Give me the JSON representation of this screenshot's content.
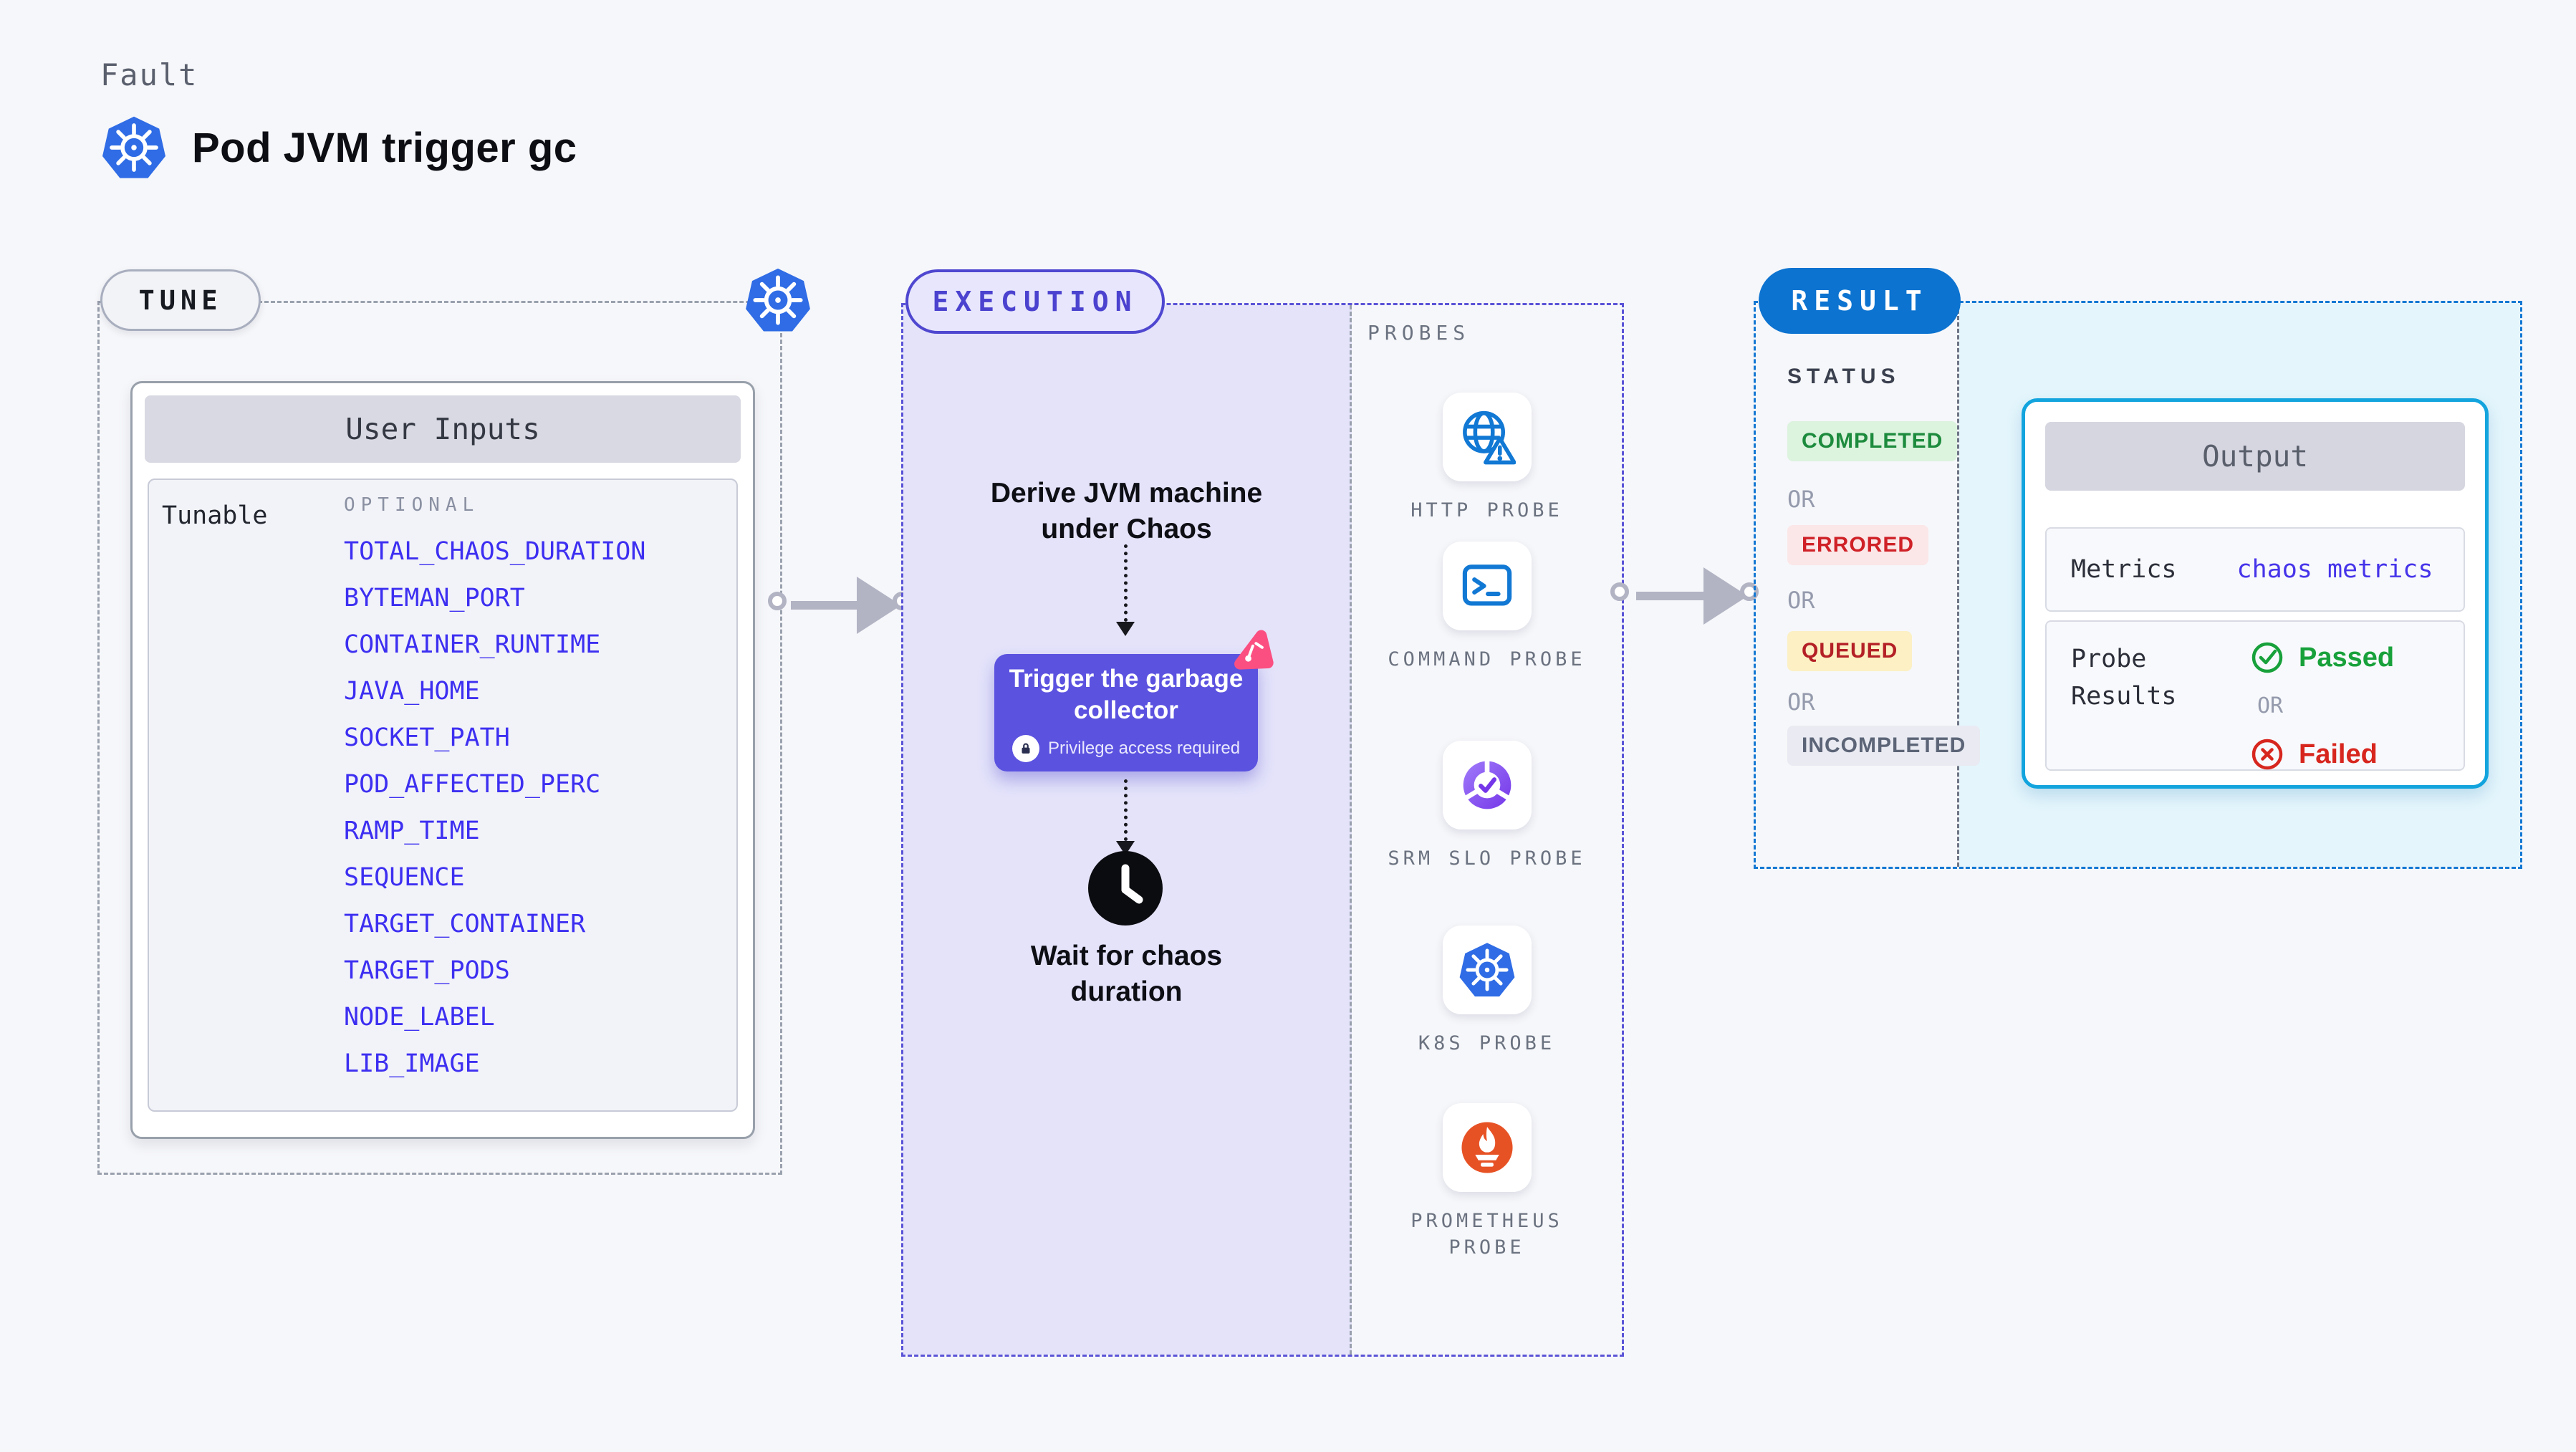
{
  "header": {
    "kicker": "Fault",
    "title": "Pod JVM trigger gc"
  },
  "tune": {
    "badge": "TUNE",
    "panel_title": "User Inputs",
    "group_label": "Tunable",
    "optional_label": "OPTIONAL",
    "params": [
      "TOTAL_CHAOS_DURATION",
      "BYTEMAN_PORT",
      "CONTAINER_RUNTIME",
      "JAVA_HOME",
      "SOCKET_PATH",
      "POD_AFFECTED_PERC",
      "RAMP_TIME",
      "SEQUENCE",
      "TARGET_CONTAINER",
      "TARGET_PODS",
      "NODE_LABEL",
      "LIB_IMAGE"
    ]
  },
  "execution": {
    "badge": "EXECUTION",
    "derive_line1": "Derive JVM machine",
    "derive_line2": "under Chaos",
    "action_line1": "Trigger the garbage",
    "action_line2": "collector",
    "privilege_note": "Privilege access required",
    "wait_line1": "Wait for chaos",
    "wait_line2": "duration"
  },
  "probes": {
    "label": "PROBES",
    "items": [
      {
        "name": "HTTP PROBE",
        "icon": "globe-warning-icon"
      },
      {
        "name": "COMMAND PROBE",
        "icon": "terminal-icon"
      },
      {
        "name": "SRM SLO PROBE",
        "icon": "slo-donut-check-icon"
      },
      {
        "name": "K8S PROBE",
        "icon": "kubernetes-icon"
      },
      {
        "name": "PROMETHEUS PROBE",
        "icon": "prometheus-flame-icon"
      }
    ]
  },
  "result": {
    "badge": "RESULT",
    "status_label": "STATUS",
    "or_label": "OR",
    "statuses": [
      {
        "label": "COMPLETED",
        "text_color": "#1d8b3d",
        "bg_color": "#dcf3de"
      },
      {
        "label": "ERRORED",
        "text_color": "#cf2127",
        "bg_color": "#fbe7e8"
      },
      {
        "label": "QUEUED",
        "text_color": "#b42026",
        "bg_color": "#fcf0c4"
      },
      {
        "label": "INCOMPLETED",
        "text_color": "#5c6577",
        "bg_color": "#e9eaf2"
      }
    ],
    "output": {
      "title": "Output",
      "metrics_label": "Metrics",
      "metrics_value": "chaos metrics",
      "probe_results_line1": "Probe",
      "probe_results_line2": "Results",
      "passed_label": "Passed",
      "failed_label": "Failed"
    }
  },
  "colors": {
    "accent_purple": "#5b52e0",
    "execution_fill": "#e4e3fa",
    "result_blue": "#0c73d0",
    "output_cyan_border": "#13a4de",
    "cyan_fill": "#e4f5fc",
    "param_blue": "#3d2ff1",
    "k8s_blue": "#2f6ce5",
    "probe_icon_blue": "#1178d4",
    "prometheus_orange": "#e75225",
    "chaos_pink": "#fb4f82",
    "passed_green": "#18a13b",
    "failed_red": "#d7261e",
    "arrow_gray": "#b2b4c4"
  }
}
